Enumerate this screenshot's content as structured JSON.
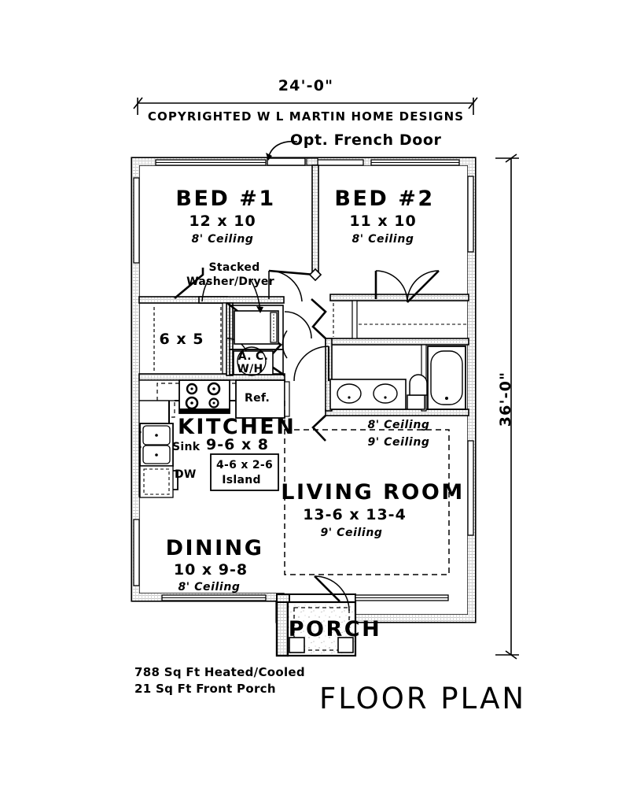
{
  "sheet": {
    "title": "FLOOR PLAN",
    "copyright": "COPYRIGHTED W L MARTIN HOME DESIGNS",
    "background_color": "#ffffff",
    "line_color": "#000000"
  },
  "dimensions": {
    "width_label": "24'-0\"",
    "height_label": "36'-0\""
  },
  "callouts": [
    {
      "name": "french-door",
      "text": "Opt. French Door"
    },
    {
      "name": "washer-dryer",
      "line1": "Stacked",
      "line2": "Washer/Dryer"
    }
  ],
  "rooms": [
    {
      "id": "bed1",
      "name": "BED #1",
      "dimensions": "12 x 10",
      "ceiling": "8' Ceiling"
    },
    {
      "id": "bed2",
      "name": "BED #2",
      "dimensions": "11 x 10",
      "ceiling": "8' Ceiling"
    },
    {
      "id": "kitchen",
      "name": "KITCHEN",
      "dimensions": "9-6 x 8",
      "ceiling": ""
    },
    {
      "id": "living",
      "name": "LIVING ROOM",
      "dimensions": "13-6 x 13-4",
      "ceiling": "9' Ceiling"
    },
    {
      "id": "dining",
      "name": "DINING",
      "dimensions": "10 x 9-8",
      "ceiling": "8' Ceiling"
    },
    {
      "id": "porch",
      "name": "PORCH",
      "dimensions": "",
      "ceiling": ""
    }
  ],
  "annotations": {
    "closet_size": "6 x 5",
    "ac_wh_line1": "A. C.",
    "ac_wh_line2": "W/H",
    "sink": "Sink",
    "dishwasher": "DW",
    "refrigerator": "Ref.",
    "island_line1": "4-6 x 2-6",
    "island_line2": "Island",
    "ceiling_upper": "8' Ceiling",
    "ceiling_lower": "9' Ceiling"
  },
  "footer": {
    "line1": "788 Sq Ft Heated/Cooled",
    "line2": "21 Sq Ft Front Porch"
  }
}
